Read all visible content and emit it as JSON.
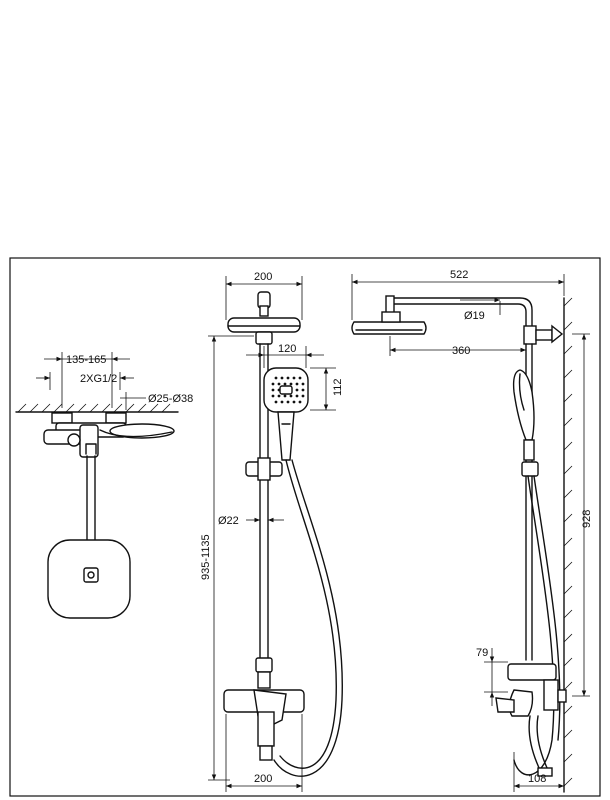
{
  "dimensions": {
    "inlet_spacing": "135-165",
    "thread": "2XG1/2",
    "pipe_diameter": "Ø25-Ø38",
    "head_width_front": "200",
    "hand_shower_width": "120",
    "hand_shower_height": "112",
    "total_height": "935-1135",
    "rail_diameter": "Ø22",
    "mixer_width": "200",
    "arm_reach": "522",
    "arm_diameter": "Ø19",
    "arm_to_wall": "360",
    "rail_height": "928",
    "spout_height": "79",
    "spout_projection": "108"
  }
}
